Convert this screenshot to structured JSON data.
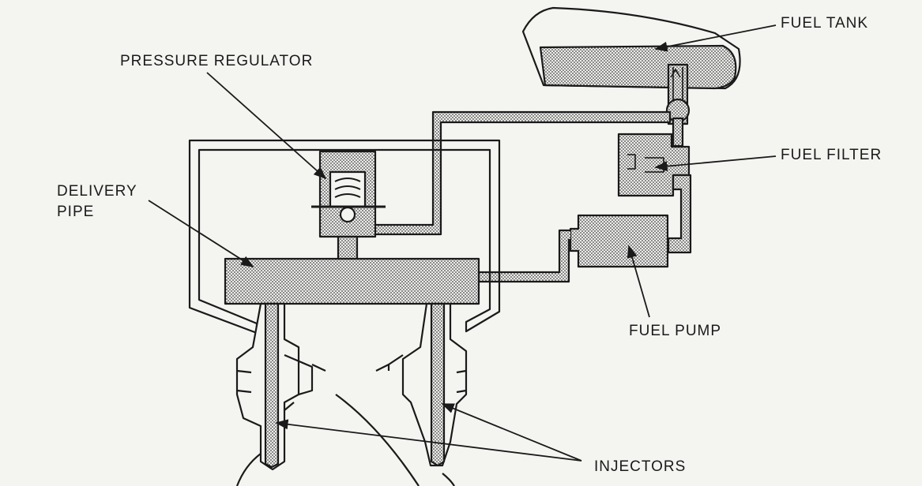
{
  "labels": {
    "fuel_tank": "FUEL TANK",
    "pressure_regulator": "PRESSURE REGULATOR",
    "delivery_pipe_line1": "DELIVERY",
    "delivery_pipe_line2": "PIPE",
    "fuel_filter": "FUEL FILTER",
    "fuel_pump": "FUEL PUMP",
    "injectors": "INJECTORS"
  },
  "colors": {
    "ink": "#1a1a1a",
    "paper": "#f4f4f1",
    "fuel_fill": "#cfcfcf"
  }
}
